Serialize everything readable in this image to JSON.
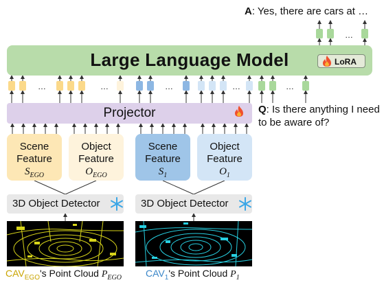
{
  "answer": {
    "label": "A",
    "text": ": Yes, there are cars at …"
  },
  "question": {
    "label": "Q",
    "text": ": Is there anything I need to be aware of?"
  },
  "llm": {
    "title": "Large Language Model",
    "lora_label": "LoRA"
  },
  "projector": {
    "label": "Projector"
  },
  "ellipsis": "…",
  "features": {
    "ego_scene": {
      "line1": "Scene",
      "line2": "Feature",
      "symbol": "S",
      "subscript": "EGO"
    },
    "ego_object": {
      "line1": "Object",
      "line2": "Feature",
      "symbol": "O",
      "subscript": "EGO"
    },
    "cav1_scene": {
      "line1": "Scene",
      "line2": "Feature",
      "symbol": "S",
      "subscript": "1"
    },
    "cav1_object": {
      "line1": "Object",
      "line2": "Feature",
      "symbol": "O",
      "subscript": "1"
    }
  },
  "detectors": [
    {
      "label": "3D Object Detector"
    },
    {
      "label": "3D Object Detector"
    }
  ],
  "captions": {
    "ego": {
      "cav": "CAV",
      "cav_sub": "EGO",
      "text": "'s Point Cloud ",
      "symbol": "P",
      "subscript": "EGO"
    },
    "cav1": {
      "cav": "CAV",
      "cav_sub": "1",
      "text": "'s Point Cloud ",
      "symbol": "P",
      "subscript": "1"
    }
  },
  "colors": {
    "llm": "#b8dcaa",
    "projector": "#ddd0ea",
    "ego_feature": "#fde7b5",
    "ego_object": "#fef3dc",
    "cav1_feature": "#9fc5e8",
    "cav1_object": "#d3e5f6",
    "ego_token": "#fbd98a",
    "cav1_token": "#8db7e3",
    "text_token": "#a9d89b",
    "ego_cloud": "#d8d51a",
    "cav1_cloud": "#27d0e2",
    "ego_caption": "#c9a400",
    "cav1_caption": "#3a86c8",
    "fire": "#f0502d",
    "snow": "#3aa6e6"
  },
  "icons": {
    "fire": "fire-icon",
    "snowflake": "snowflake-icon",
    "arrow": "arrow-icon"
  }
}
